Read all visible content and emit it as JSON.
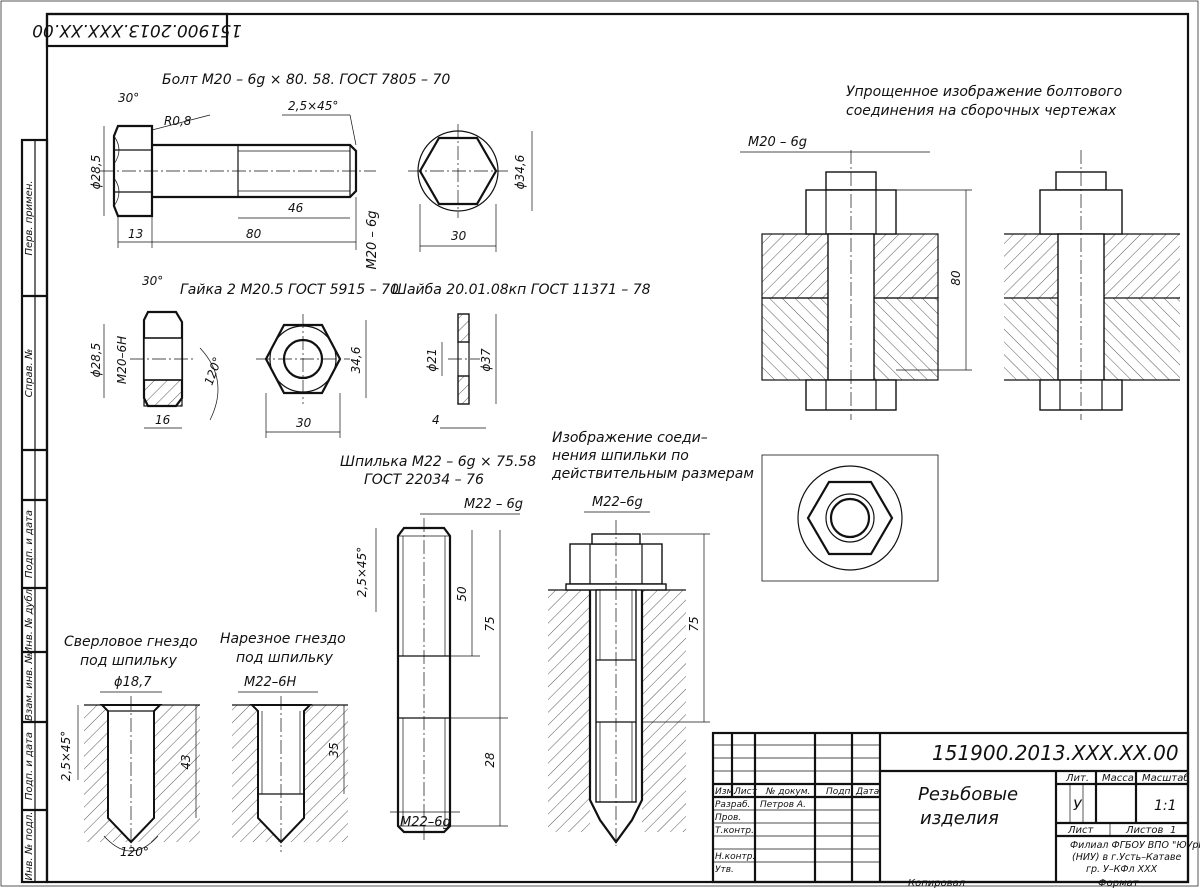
{
  "drawing": {
    "code_rotated": "151900.2013.XXX.XX.00",
    "bolt": {
      "title": "Болт М20 – 6g × 80. 58. ГОСТ 7805 – 70",
      "angle": "30°",
      "radius": "R0,8",
      "chamfer": "2,5×45°",
      "dia": "ϕ28,5",
      "thread_len": "46",
      "head_h": "13",
      "length": "80",
      "thread": "М20 – 6g",
      "hex_dia": "ϕ34,6",
      "hex_s": "30"
    },
    "nut": {
      "title": "Гайка 2 М20.5 ГОСТ 5915 – 70",
      "angle": "30°",
      "dia": "ϕ28,5",
      "thread": "М20–6Н",
      "height": "16",
      "angle2": "120°",
      "hex_dia": "34,6",
      "hex_s": "30"
    },
    "washer": {
      "title": "Шайба 20.01.08кп ГОСТ 11371 – 78",
      "inner": "ϕ21",
      "outer": "ϕ37",
      "thick": "4"
    },
    "bolted": {
      "title_1": "Упрощенное изображение болтового",
      "title_2": "соединения на сборочных чертежах",
      "thread": "М20 – 6g",
      "length": "80"
    },
    "stud": {
      "title_1": "Шпилька М22 – 6g × 75.58",
      "title_2": "ГОСТ 22034 – 76",
      "thread_top": "М22 – 6g",
      "chamfer": "2,5×45°",
      "d50": "50",
      "d75": "75",
      "d28": "28",
      "thread_bot": "М22–6g"
    },
    "stud_real": {
      "title_1": "Изображение соеди–",
      "title_2": "нения шпильки по",
      "title_3": "действительным размерам",
      "thread": "М22–6g",
      "length": "75"
    },
    "drill": {
      "title_1": "Сверловое гнездо",
      "title_2": "под шпильку",
      "dia": "ϕ18,7",
      "chamfer": "2,5×45°",
      "depth": "43",
      "angle": "120°"
    },
    "tapped": {
      "title_1": "Нарезное гнездо",
      "title_2": "под шпильку",
      "thread": "М22–6Н",
      "depth": "35"
    },
    "side": {
      "perv": "Перв. примен.",
      "sprav": "Справ. №",
      "podp1": "Подп. и дата",
      "inv_dubl": "Инв. № дубл.",
      "vzam": "Взам. инв. №",
      "podp2": "Подп. и дата",
      "inv_podl": "Инв. № подл."
    }
  },
  "title_block": {
    "code": "151900.2013.XXX.XX.00",
    "name_1": "Резьбовые",
    "name_2": "изделия",
    "lit": "Лит.",
    "massa": "Масса",
    "masshtab": "Масштаб",
    "lit_val": "У",
    "masshtab_val": "1:1",
    "list": "Лист",
    "listov": "Листов",
    "listov_val": "1",
    "izm": "Изм.",
    "list_col": "Лист",
    "dokum": "№ докум.",
    "podp": "Подп.",
    "data": "Дата",
    "razrab": "Разраб.",
    "razrab_name": "Петров А.",
    "prov": "Пров.",
    "tkontr": "Т.контр.",
    "nkontr": "Н.контр.",
    "utv": "Утв.",
    "org_1": "Филиал ФГБОУ ВПО \"ЮУрГУ\"",
    "org_2": "(НИУ) в г.Усть–Катаве",
    "org_3": "гр. У–КФл XXX",
    "kopiroval": "Копировал",
    "format": "Формат"
  }
}
